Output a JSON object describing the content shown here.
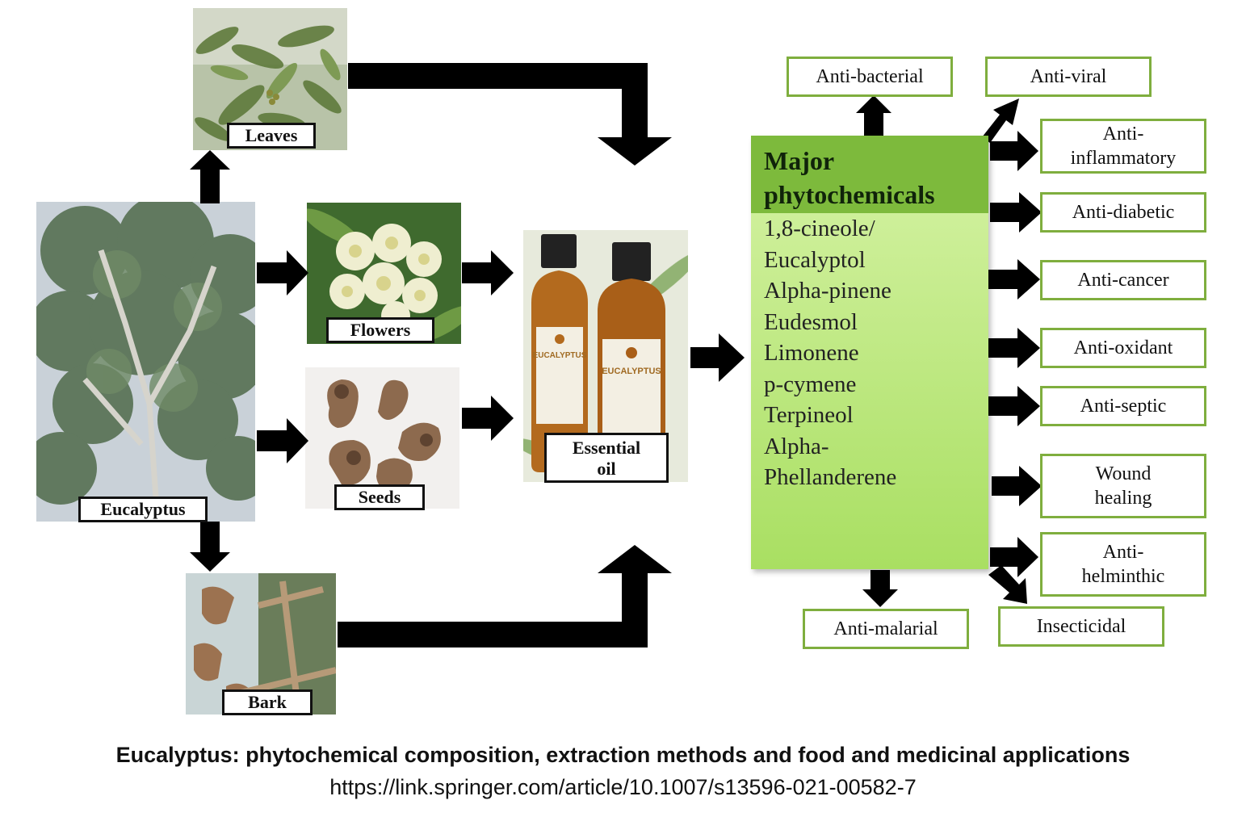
{
  "sources": {
    "eucalyptus": "Eucalyptus",
    "leaves": "Leaves",
    "flowers": "Flowers",
    "seeds": "Seeds",
    "bark": "Bark",
    "essential_oil_line1": "Essential",
    "essential_oil_line2": "oil",
    "bottle_brand": "EUCALYPTUS"
  },
  "major": {
    "title_line1": "Major",
    "title_line2": "phytochemicals",
    "compounds": [
      "1,8-cineole/",
      "Eucalyptol",
      "Alpha-pinene",
      "Eudesmol",
      "Limonene",
      "p-cymene",
      "Terpineol",
      "Alpha-",
      "Phellanderene"
    ]
  },
  "effects": {
    "anti_bacterial": "Anti-bacterial",
    "anti_viral": "Anti-viral",
    "anti_inflammatory_1": "Anti-",
    "anti_inflammatory_2": "inflammatory",
    "anti_diabetic": "Anti-diabetic",
    "anti_cancer": "Anti-cancer",
    "anti_oxidant": "Anti-oxidant",
    "anti_septic": "Anti-septic",
    "wound_1": "Wound",
    "wound_2": "healing",
    "anti_helminthic_1": "Anti-",
    "anti_helminthic_2": "helminthic",
    "anti_malarial": "Anti-malarial",
    "insecticidal": "Insecticidal"
  },
  "caption": {
    "title": "Eucalyptus: phytochemical composition, extraction methods and food and medicinal applications",
    "url": "https://link.springer.com/article/10.1007/s13596-021-00582-7"
  },
  "colors": {
    "header_green": "#7dba3c",
    "box_green_light": "#d6f3a6",
    "box_green_dark": "#a9df62",
    "effect_border": "#7fae3e",
    "arrow": "#000000"
  }
}
